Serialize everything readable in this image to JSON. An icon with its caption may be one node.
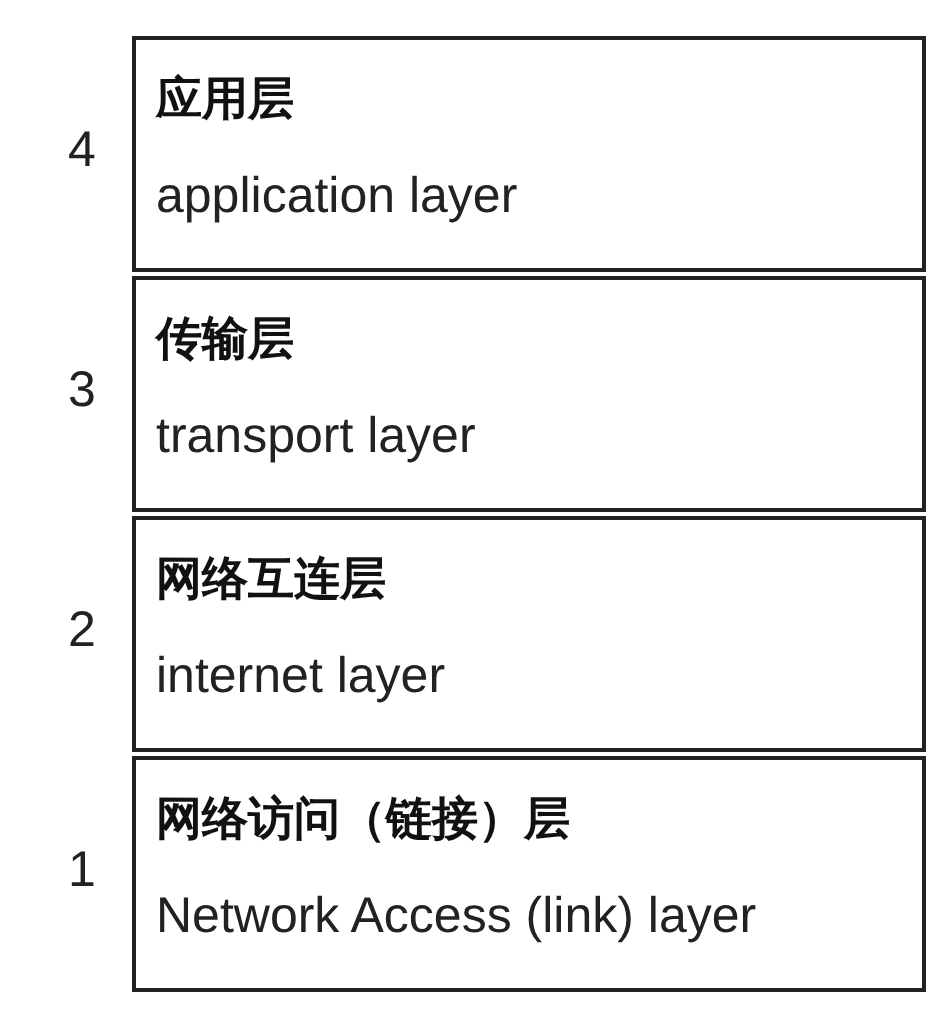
{
  "diagram": {
    "nodes": [
      {
        "text": [
          "应用层",
          "application layer"
        ],
        "beside": [
          "4"
        ]
      },
      {
        "text": [
          "传输层",
          "transport layer"
        ],
        "beside": [
          "3"
        ]
      },
      {
        "text": [
          "网络互连层",
          "internet layer"
        ],
        "beside": [
          "2"
        ]
      },
      {
        "text": [
          "网络访问（链接）层",
          "Network Access (link) layer"
        ],
        "beside": [
          "1"
        ]
      }
    ]
  }
}
